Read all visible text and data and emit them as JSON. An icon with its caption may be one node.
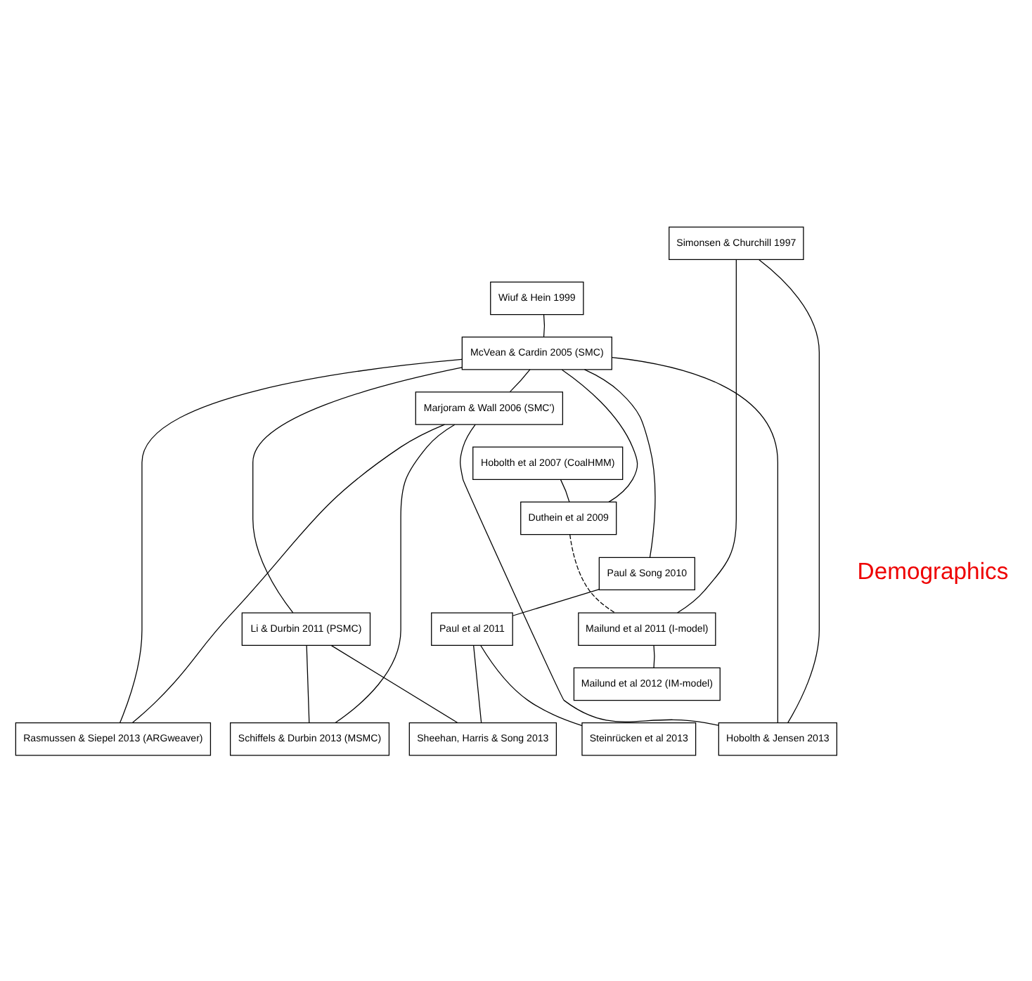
{
  "diagram": {
    "nodes": [
      {
        "text": [
          "Simonsen & Churchill 1997"
        ]
      },
      {
        "text": [
          "Wiuf & Hein 1999"
        ]
      },
      {
        "text": [
          "McVean & Cardin 2005 (SMC)"
        ]
      },
      {
        "text": [
          "Marjoram & Wall 2006 (SMC')"
        ]
      },
      {
        "text": [
          "Hobolth et al 2007 (CoalHMM)"
        ]
      },
      {
        "text": [
          "Duthein et al 2009"
        ]
      },
      {
        "text": [
          "Paul & Song 2010"
        ]
      },
      {
        "text": [
          "Li & Durbin 2011 (PSMC)"
        ]
      },
      {
        "text": [
          "Paul et al 2011"
        ]
      },
      {
        "text": [
          "Mailund et al 2011 (I-model)"
        ]
      },
      {
        "text": [
          "Mailund et al 2012 (IM-model)"
        ]
      },
      {
        "text": [
          "Hobolth & Jensen 2013"
        ]
      },
      {
        "text": [
          "Rasmussen & Siepel 2013 (ARGweaver)"
        ]
      },
      {
        "text": [
          "Schiffels & Durbin 2013 (MSMC)"
        ]
      },
      {
        "text": [
          "Sheehan, Harris & Song 2013"
        ]
      },
      {
        "text": [
          "Steinrücken et al 2013"
        ]
      }
    ],
    "edges": [
      {
        "from": 0,
        "to": 11,
        "arrow": "none"
      },
      {
        "from": 0,
        "to": 9,
        "arrow": "none"
      },
      {
        "from": 1,
        "to": 2,
        "arrow": "none"
      },
      {
        "from": 2,
        "to": 11,
        "arrow": "none"
      },
      {
        "from": 2,
        "to": 3,
        "arrow": "none"
      },
      {
        "from": 2,
        "to": 12,
        "arrow": "none"
      },
      {
        "from": 2,
        "to": 7,
        "arrow": "none"
      },
      {
        "from": 2,
        "to": 6,
        "arrow": "none"
      },
      {
        "from": 2,
        "to": 5,
        "arrow": "none"
      },
      {
        "from": 3,
        "to": 11,
        "arrow": "none"
      },
      {
        "from": 3,
        "to": 12,
        "arrow": "none"
      },
      {
        "from": 3,
        "to": 13,
        "arrow": "none"
      },
      {
        "from": 4,
        "to": 5,
        "arrow": "none"
      },
      {
        "from": 5,
        "to": 9,
        "arrow": "none",
        "style": "dashed"
      },
      {
        "from": 9,
        "to": 10,
        "arrow": "none"
      },
      {
        "from": 6,
        "to": 8,
        "arrow": "none"
      },
      {
        "from": 7,
        "to": 13,
        "arrow": "none"
      },
      {
        "from": 7,
        "to": 14,
        "arrow": "none"
      },
      {
        "from": 8,
        "to": 14,
        "arrow": "none"
      },
      {
        "from": 8,
        "to": 15,
        "arrow": "none"
      }
    ],
    "labels": [
      "Demographics"
    ]
  }
}
